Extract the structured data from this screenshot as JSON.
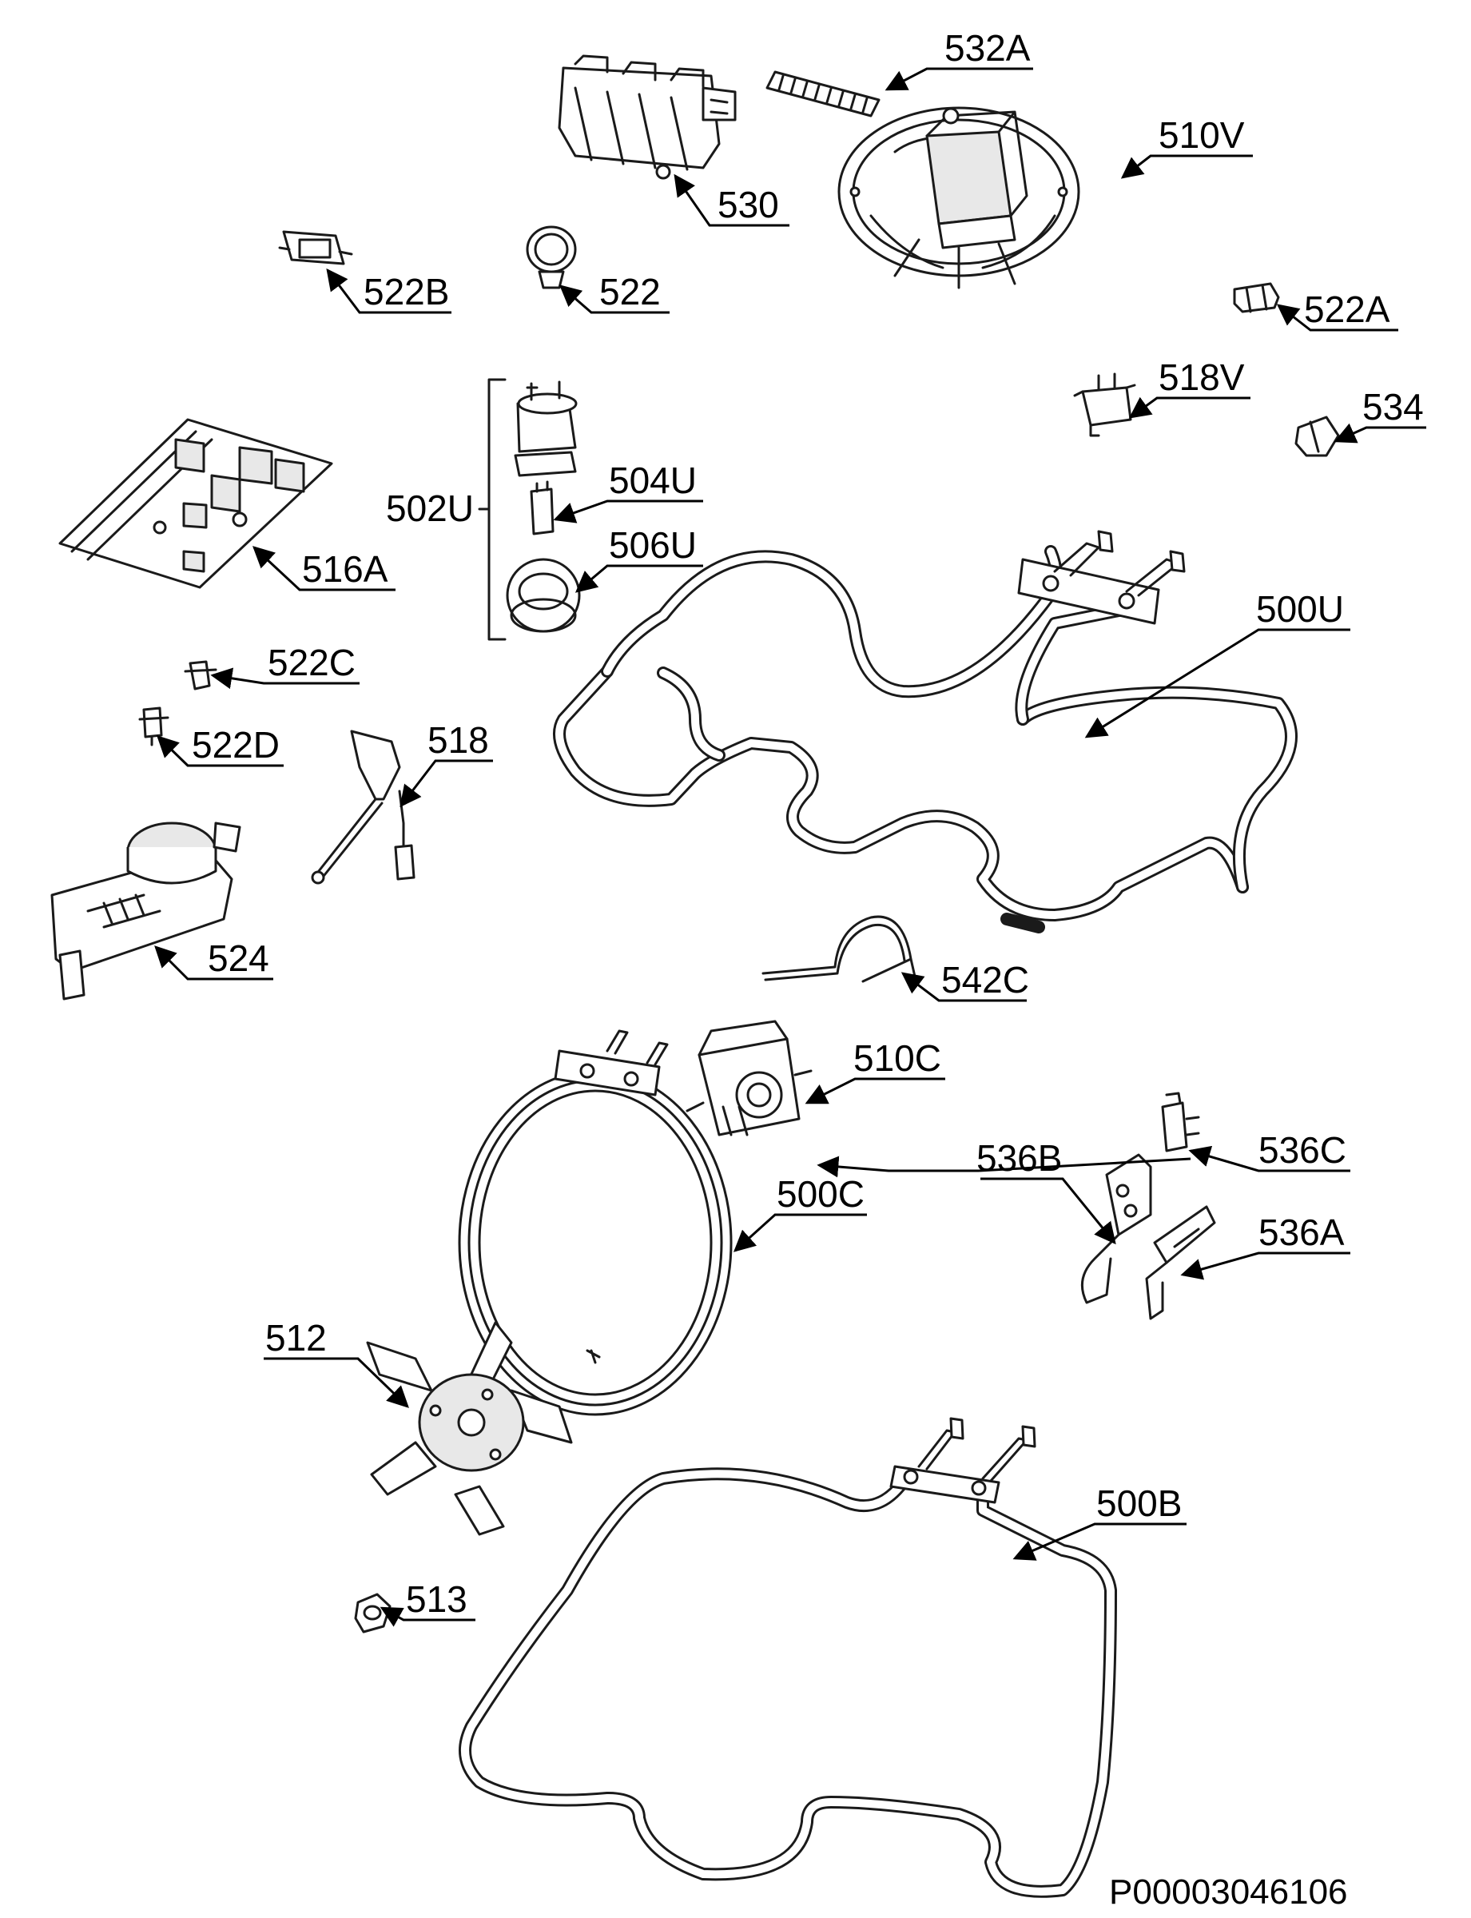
{
  "diagram": {
    "callouts": {
      "c532A": "532A",
      "c530": "530",
      "c510V": "510V",
      "c522B": "522B",
      "c522": "522",
      "c522A": "522A",
      "c518V": "518V",
      "c534": "534",
      "c502U": "502U",
      "c504U": "504U",
      "c506U": "506U",
      "c516A": "516A",
      "c500U": "500U",
      "c522C": "522C",
      "c522D": "522D",
      "c518": "518",
      "c524": "524",
      "c542C": "542C",
      "c510C": "510C",
      "c536B": "536B",
      "c536C": "536C",
      "c500C": "500C",
      "c536A": "536A",
      "c512": "512",
      "c500B": "500B",
      "c513": "513"
    },
    "document_code": "P00003046106"
  }
}
